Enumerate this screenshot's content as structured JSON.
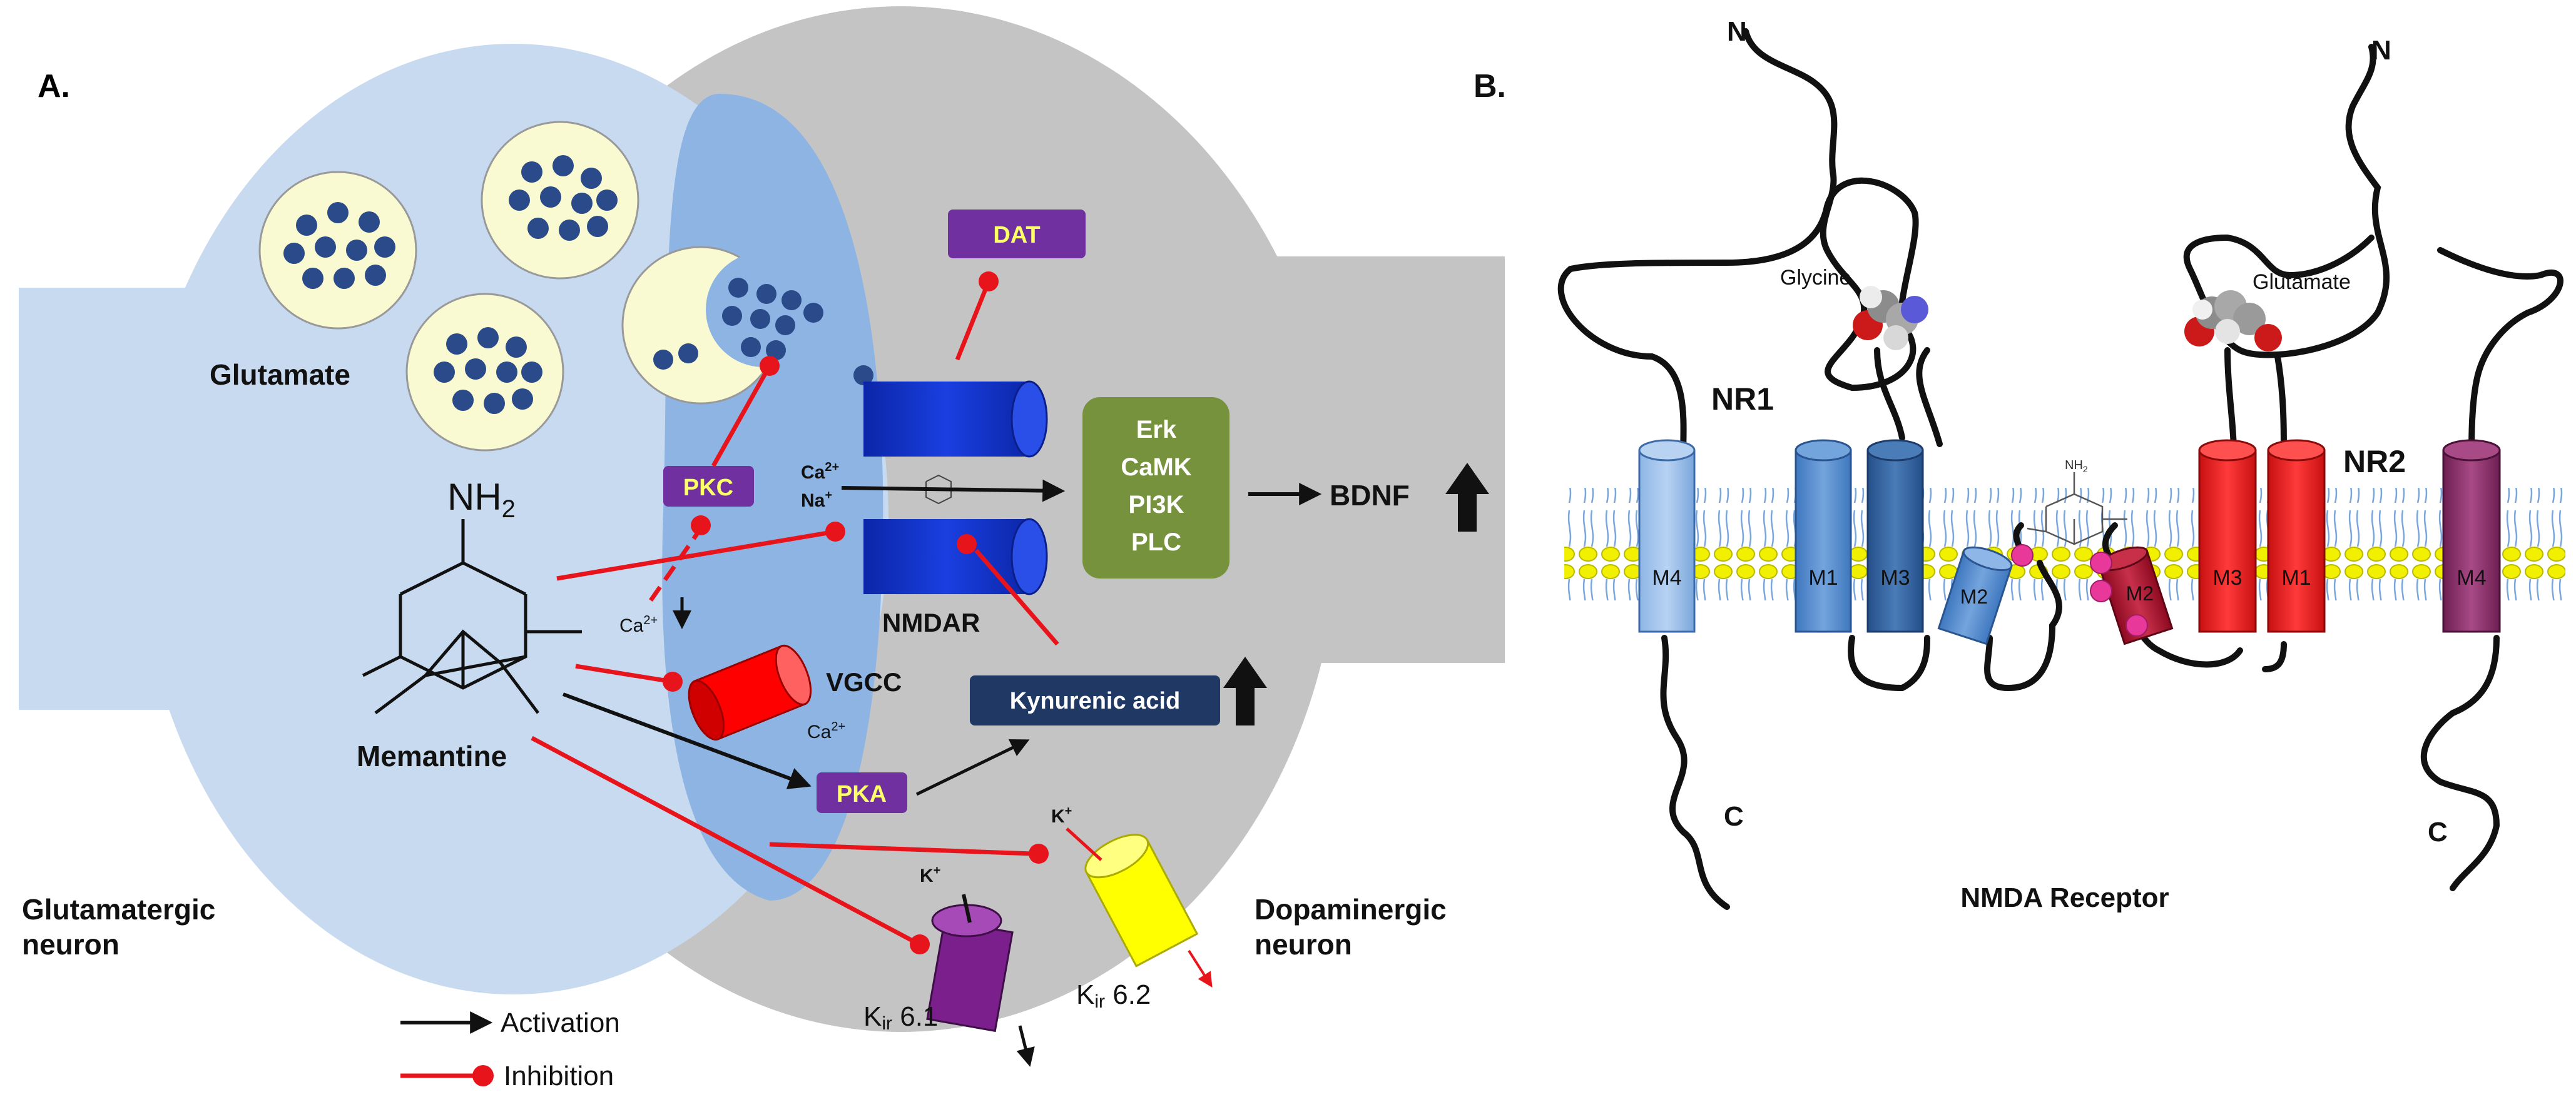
{
  "panel_a": {
    "label": "A.",
    "glutamate": "Glutamate",
    "nh2": "NH",
    "nh2_sub": "2",
    "memantine": "Memantine",
    "pkc": "PKC",
    "pka": "PKA",
    "dat": "DAT",
    "ca_sub": "Ca",
    "ca_sup": "2+",
    "na_sub": "Na",
    "na_sup": "+",
    "nmdar": "NMDAR",
    "vgcc": "VGCC",
    "kinases": [
      "Erk",
      "CaMK",
      "PI3K",
      "PLC"
    ],
    "bdnf": "BDNF",
    "kynurenic": "Kynurenic acid",
    "k_plus": "K",
    "k_sup": "+",
    "kir61": "K",
    "kir61_sub": "ir",
    "kir61_num": " 6.1",
    "kir62_num": " 6.2",
    "glut_neuron_1": "Glutamatergic",
    "glut_neuron_2": "neuron",
    "dopa_neuron_1": "Dopaminergic",
    "dopa_neuron_2": "neuron",
    "legend_activation": "Activation",
    "legend_inhibition": "Inhibition"
  },
  "panel_b": {
    "label": "B.",
    "n_left": "N",
    "n_right": "N",
    "c_left": "C",
    "c_right": "C",
    "glycine": "Glycine",
    "glutamate": "Glutamate",
    "nr1": "NR1",
    "nr2": "NR2",
    "nr1_segments": [
      "M4",
      "M1",
      "M3",
      "M2"
    ],
    "nr2_segments": [
      "M2",
      "M3",
      "M1",
      "M4"
    ],
    "nh2_small": "NH",
    "nh2_small_sub": "2",
    "caption": "NMDA Receptor"
  },
  "colors": {
    "glut_neuron": "#c7daf0",
    "synapse": "#8db4e2",
    "dopa_neuron": "#c4c4c4",
    "vesicle": "#fafad2",
    "nmdar_blue": "#1030c8",
    "purple_box": "#7030a0",
    "green_box": "#76923c",
    "navy_box": "#1f3864",
    "inhibition": "#e8141c",
    "vgcc": "#ff0000",
    "kir61": "#7b1f8c",
    "kir62": "#ffff00",
    "membrane_head": "#f0f000",
    "nr1_light": "#7aa6dc",
    "nr1_mid": "#4a86c8",
    "nr1_dark": "#2f5f9e",
    "nr2_red": "#e51c1c",
    "nr2_dark": "#b0102a",
    "nr2_m4": "#8b2a6a",
    "pink_dot": "#e8389a"
  }
}
